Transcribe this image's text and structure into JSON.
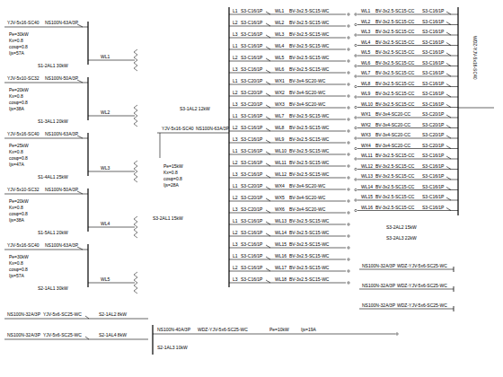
{
  "diagram": {
    "labels": [
      "YJV-5x16-SC40",
      "NS100N-63A/3P",
      "Pe=30kW",
      "Kx=0.8",
      "cosφ=0.8",
      "Ijs=57A",
      "S1-2AL1 30kW",
      "WL1",
      "YJV-5x10-SC32",
      "NS100N-50A/3P",
      "Pe=20kW",
      "Kx=0.8",
      "cosφ=0.8",
      "Ijs=38A",
      "S1-3AL1 20kW",
      "WL2",
      "YJV-5x16-SC40",
      "NS100N-63A/3P",
      "Pe=25kW",
      "Kx=0.8",
      "cosφ=0.8",
      "Ijs=47A",
      "S1-4AL1 25kW",
      "WL3",
      "YJV-5x10-SC32",
      "NS100N-50A/3P",
      "Pe=20kW",
      "Kx=0.8",
      "cosφ=0.8",
      "Ijs=38A",
      "S1-5AL1 20kW",
      "WL4",
      "YJV-5x16-SC40",
      "NS100N-63A/3P",
      "Pe=30kW",
      "Kx=0.8",
      "cosφ=0.8",
      "Ijs=57A",
      "S2-1AL1 30kW",
      "WL5",
      "NS100N-32A/3P",
      "YJV-5x6-SC25-WC",
      "S2-1AL2 8kW",
      "NS100N-32A/3P",
      "YJV-5x6-SC25-WC",
      "S2-1AL4 8kW",
      "NS100N-40A/3P",
      "WDZ-YJV-5x6-SC25-WC",
      "Pe=10kW",
      "Ijs=19A",
      "S2-1AL3 10kW",
      "S3-1AL2 12kW",
      "YJV-5x16-SC40",
      "NS100N-63A/3P",
      "Pe=15kW",
      "Kx=0.8",
      "cosφ=0.8",
      "Ijs=28A",
      "S3-2AL1 15kW",
      "L1",
      "S3-C16/1P",
      "WL1",
      "BV-3x2.5-SC15-WC",
      "L2",
      "S3-C16/1P",
      "WL2",
      "BV-3x2.5-SC15-WC",
      "L3",
      "S3-C16/1P",
      "WL3",
      "BV-3x2.5-SC15-WC",
      "L1",
      "S3-C16/1P",
      "WL4",
      "BV-3x2.5-SC15-WC",
      "L2",
      "S3-C16/1P",
      "WL5",
      "BV-3x2.5-SC15-WC",
      "L3",
      "S3-C16/1P",
      "WL6",
      "BV-3x2.5-SC15-WC",
      "L1",
      "S3-C20/1P",
      "WX1",
      "BV-3x4-SC20-WC",
      "L2",
      "S3-C20/1P",
      "WX2",
      "BV-3x4-SC20-WC",
      "L3",
      "S3-C20/1P",
      "WX3",
      "BV-3x4-SC20-WC",
      "L1",
      "S3-C16/1P",
      "WL7",
      "BV-3x2.5-SC15-WC",
      "L2",
      "S3-C16/1P",
      "WL8",
      "BV-3x2.5-SC15-WC",
      "L3",
      "S3-C16/1P",
      "WL9",
      "BV-3x2.5-SC15-WC",
      "L1",
      "S3-C16/1P",
      "WL10",
      "BV-3x2.5-SC15-WC",
      "L2",
      "S3-C16/1P",
      "WL11",
      "BV-3x2.5-SC15-WC",
      "L3",
      "S3-C16/1P",
      "WL12",
      "BV-3x2.5-SC15-WC",
      "L1",
      "S3-C20/1P",
      "WX4",
      "BV-3x4-SC20-WC",
      "L2",
      "S3-C20/1P",
      "WX5",
      "BV-3x4-SC20-WC",
      "L3",
      "S3-C20/1P",
      "WX6",
      "BV-3x4-SC20-WC",
      "L1",
      "S3-C16/1P",
      "WL13",
      "BV-3x2.5-SC15-WC",
      "L2",
      "S3-C16/1P",
      "WL14",
      "BV-3x2.5-SC15-WC",
      "L3",
      "S3-C16/1P",
      "WL15",
      "BV-3x2.5-SC15-WC",
      "L1",
      "S3-C16/1P",
      "WL16",
      "BV-3x2.5-SC15-WC",
      "L2",
      "S3-C16/1P",
      "WL17",
      "BV-3x2.5-SC15-WC",
      "L3",
      "S3-C16/1P",
      "WL18",
      "BV-3x2.5-SC15-WC",
      "WL1",
      "BV-3x2.5-SC15-CC",
      "S3-C16/1P",
      "WL2",
      "BV-3x2.5-SC15-CC",
      "S3-C16/1P",
      "WL3",
      "BV-3x2.5-SC15-CC",
      "S3-C16/1P",
      "WL4",
      "BV-3x2.5-SC15-CC",
      "S3-C16/1P",
      "WL5",
      "BV-3x2.5-SC15-CC",
      "S3-C16/1P",
      "WL6",
      "BV-3x2.5-SC15-CC",
      "S3-C16/1P",
      "WL7",
      "BV-3x2.5-SC15-CC",
      "S3-C16/1P",
      "WL8",
      "BV-3x2.5-SC15-CC",
      "S3-C16/1P",
      "WL9",
      "BV-3x2.5-SC15-CC",
      "S3-C16/1P",
      "WL10",
      "BV-3x2.5-SC15-CC",
      "S3-C16/1P",
      "WX1",
      "BV-3x4-SC20-CC",
      "S3-C20/1P",
      "WX2",
      "BV-3x4-SC20-CC",
      "S3-C20/1P",
      "WX3",
      "BV-3x4-SC20-CC",
      "S3-C20/1P",
      "WX4",
      "BV-3x4-SC20-CC",
      "S3-C20/1P",
      "WL11",
      "BV-3x2.5-SC15-CC",
      "S3-C16/1P",
      "WL12",
      "BV-3x2.5-SC15-CC",
      "S3-C16/1P",
      "WL13",
      "BV-3x2.5-SC15-CC",
      "S3-C16/1P",
      "WL14",
      "BV-3x2.5-SC15-CC",
      "S3-C16/1P",
      "WL15",
      "BV-3x2.5-SC15-CC",
      "S3-C16/1P",
      "WL16",
      "BV-3x2.5-SC15-CC",
      "S3-C16/1P",
      "WDZ-YJV-5x16-SC40",
      "S3-2AL2 15kW",
      "S3-2AL3 22kW",
      "NS100N-32A/3P",
      "WDZ-YJV-5x6-SC25-WC",
      "NS100N-32A/3P",
      "WDZ-YJV-5x6-SC25-WC",
      "NS100N-32A/3P",
      "WDZ-YJV-5x6-SC25-WC"
    ]
  }
}
